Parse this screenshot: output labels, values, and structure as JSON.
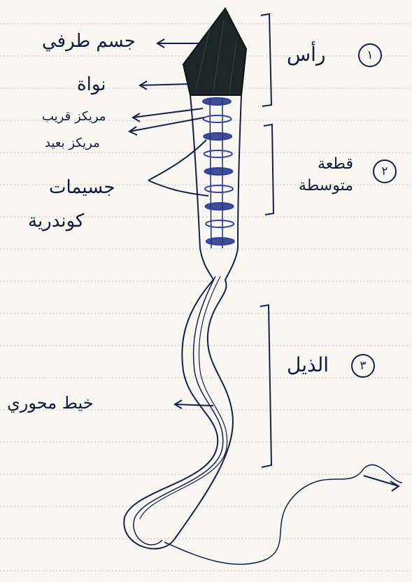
{
  "labels": {
    "acrosome": "جسم طرفي",
    "nucleus": "نواة",
    "proximal_centriole": "مريكز قريب",
    "distal_centriole": "مريكز بعيد",
    "mitochondria_line1": "جسيمات",
    "mitochondria_line2": "كوندرية"
  },
  "sections": [
    {
      "number": "١",
      "name": "رأس"
    },
    {
      "number": "٢",
      "name": "قطعة متوسطة"
    },
    {
      "number": "٣",
      "name": "الذيل"
    }
  ],
  "axial_label": "خيط محوري",
  "colors": {
    "paper": "#f7f6f1",
    "ink": "#15204a",
    "head_fill": "#1c2626",
    "ring": "#2f3fa8",
    "ruling": "#c9c7bf"
  }
}
